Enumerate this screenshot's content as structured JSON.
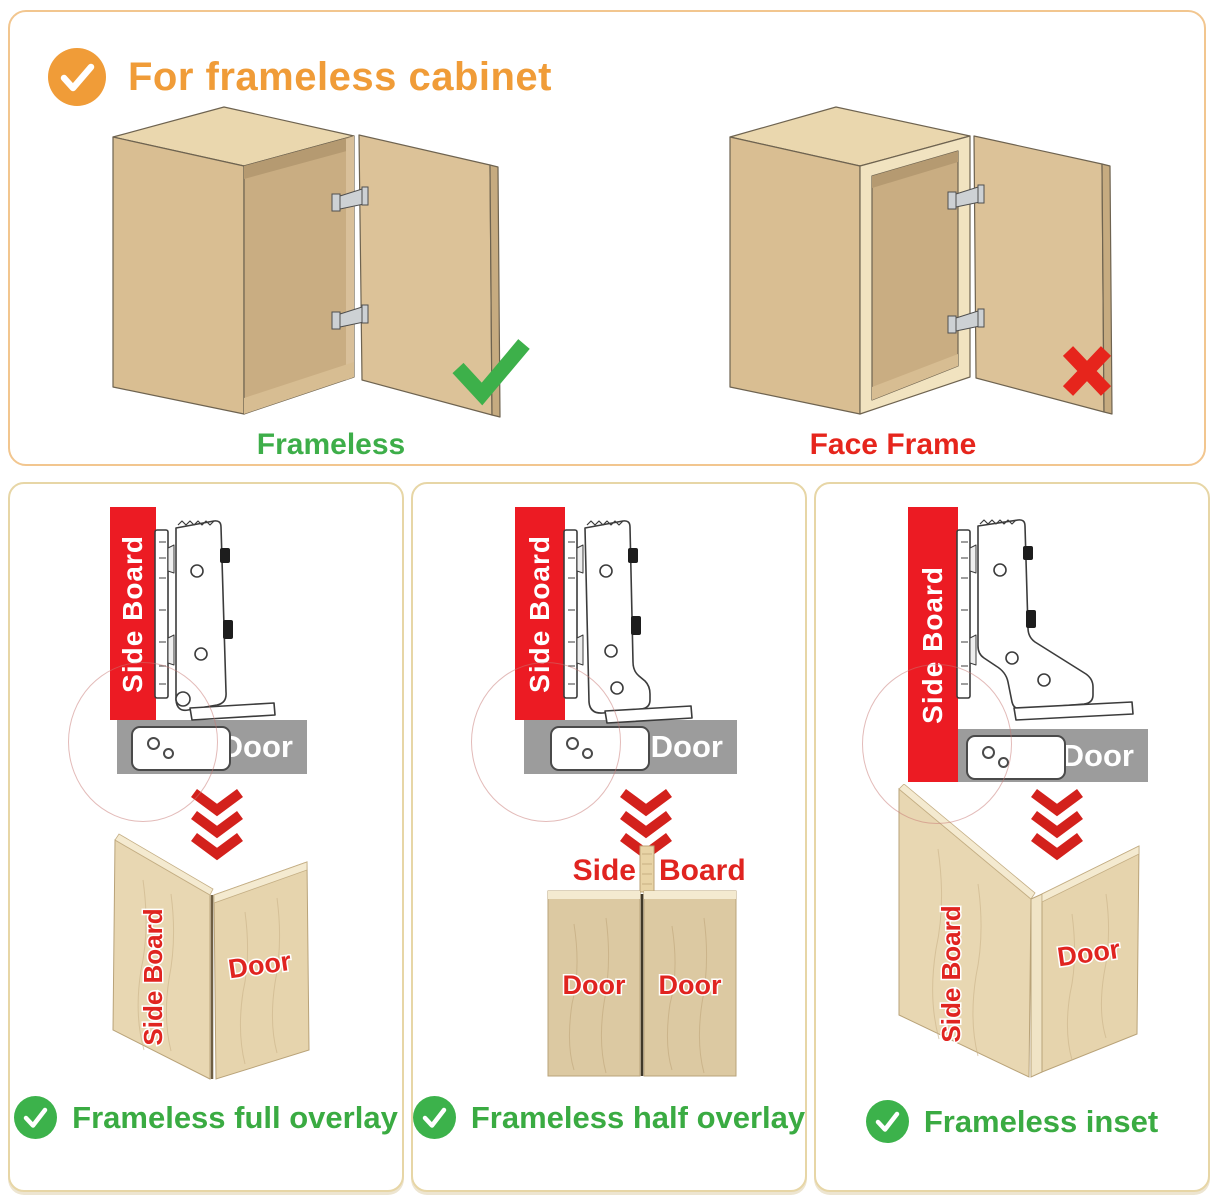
{
  "header": {
    "title": "For frameless cabinet",
    "badge_icon": "check-circle",
    "accent_color": "#F09C38"
  },
  "cabinets": {
    "frameless": {
      "label": "Frameless",
      "status_icon": "check-mark",
      "label_color": "#3DAE49"
    },
    "face_frame": {
      "label": "Face Frame",
      "status_icon": "cross-mark",
      "label_color": "#E6251C"
    }
  },
  "panels": [
    {
      "id": "frameless-full-overlay",
      "side_board": "Side Board",
      "door": "Door",
      "flow_icon": "triple-chevron-down",
      "wood": {
        "side_board": "Side Board",
        "door": "Door"
      },
      "caption_icon": "check-circle",
      "caption": "Frameless full overlay"
    },
    {
      "id": "frameless-half-overlay",
      "side_board": "Side Board",
      "door": "Door",
      "flow_icon": "triple-chevron-down",
      "wood": {
        "side": "Side",
        "board": "Board",
        "door_left": "Door",
        "door_right": "Door"
      },
      "caption_icon": "check-circle",
      "caption": "Frameless half overlay"
    },
    {
      "id": "frameless-inset",
      "side_board": "Side Board",
      "door": "Door",
      "flow_icon": "triple-chevron-down",
      "wood": {
        "side_board": "Side Board",
        "door": "Door"
      },
      "caption_icon": "check-circle",
      "caption": "Frameless inset"
    }
  ],
  "colors": {
    "accent_orange": "#F09C38",
    "green": "#3CB24B",
    "red": "#E6251C",
    "side_board_red": "#EC1B23",
    "door_gray": "#9C9C9C",
    "chevron_red": "#D3211C",
    "wood_tan": "#D9BE92",
    "wood_light": "#E8D7B2",
    "panel_border": "#E7D6A6",
    "top_border": "#F2C68F"
  }
}
